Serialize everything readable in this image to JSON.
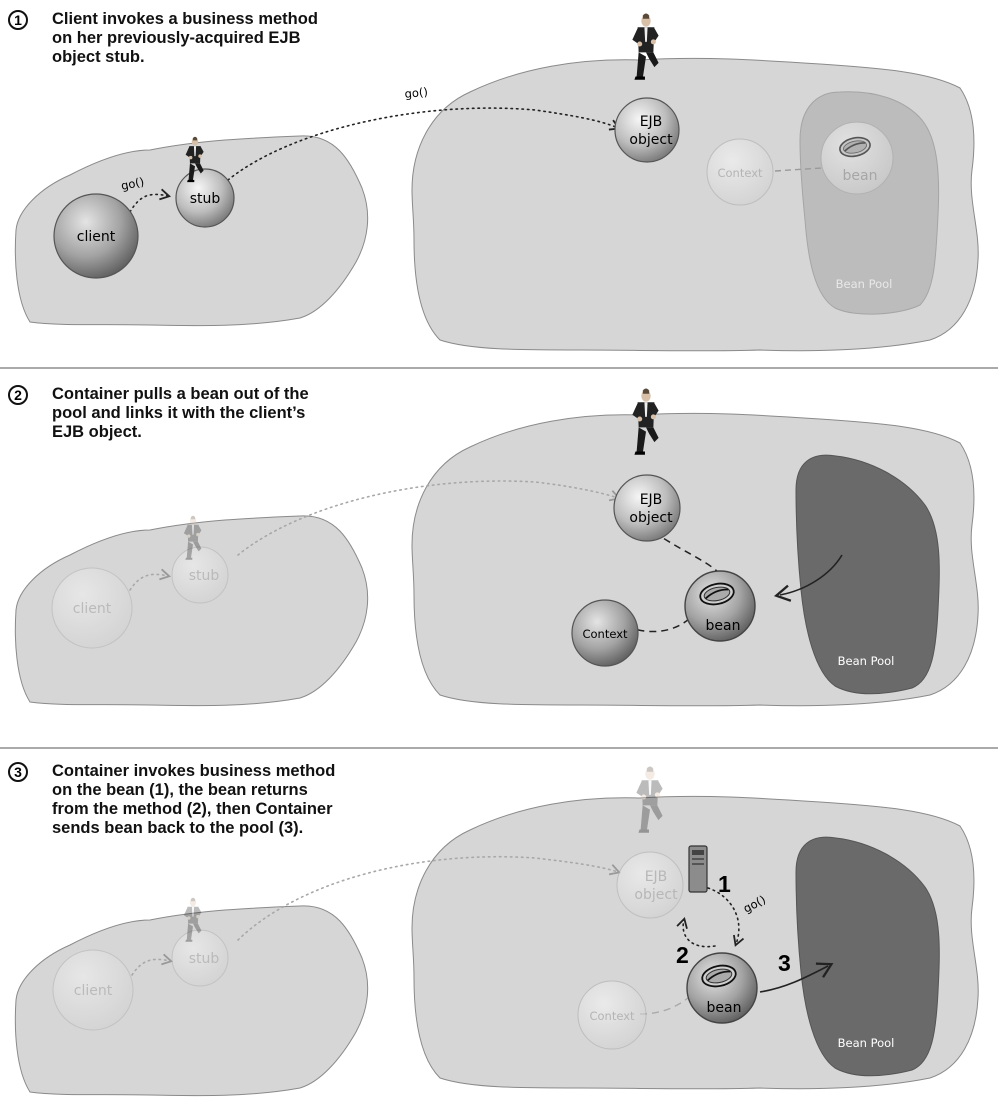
{
  "panels": [
    {
      "number": "1",
      "caption": [
        "Client invokes a business method",
        "on her previously-acquired EJB",
        "object stub."
      ],
      "client": "client",
      "stub": "stub",
      "ejb": [
        "EJB",
        "object"
      ],
      "context": "Context",
      "bean": "bean",
      "pool": "Bean Pool",
      "call_local": "go()",
      "call_remote": "go()"
    },
    {
      "number": "2",
      "caption": [
        "Container pulls a bean out of the",
        "pool and links it with the client’s",
        "EJB object."
      ],
      "client": "client",
      "stub": "stub",
      "ejb": [
        "EJB",
        "object"
      ],
      "context": "Context",
      "bean": "bean",
      "pool": "Bean Pool"
    },
    {
      "number": "3",
      "caption": [
        "Container invokes business method",
        "on the bean (1), the bean returns",
        "from the method (2), then Container",
        "sends bean back to the pool (3)."
      ],
      "client": "client",
      "stub": "stub",
      "ejb": [
        "EJB",
        "object"
      ],
      "context": "Context",
      "bean": "bean",
      "pool": "Bean Pool",
      "call_bean": "go()",
      "markers": [
        "1",
        "2",
        "3"
      ]
    }
  ],
  "colors": {
    "land": "#d6d6d6",
    "land_stroke": "#8a8a8a",
    "pool_light": "#bcbcbc",
    "pool_dark": "#6a6a6a",
    "sphere": "#9a9a9a",
    "divider": "#555555"
  },
  "icons": [
    "man-figure-icon",
    "bean-icon",
    "server-icon",
    "arrow-icon"
  ]
}
